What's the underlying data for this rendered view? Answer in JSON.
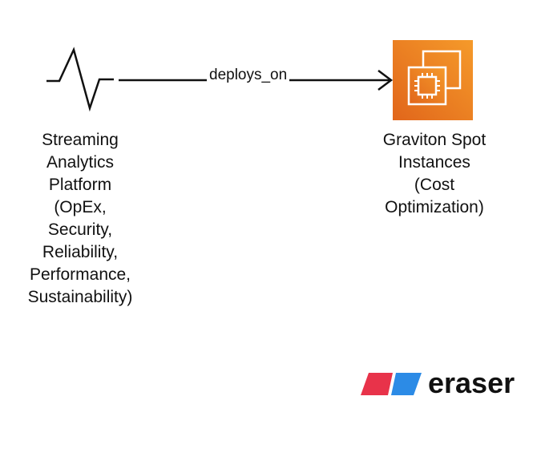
{
  "nodes": {
    "source": {
      "label": "Streaming\nAnalytics\nPlatform\n(OpEx,\nSecurity,\nReliability,\nPerformance,\nSustainability)",
      "icon": "waveform-icon"
    },
    "target": {
      "label": "Graviton Spot\nInstances\n(Cost\nOptimization)",
      "icon": "aws-ec2-instances-icon"
    }
  },
  "edges": [
    {
      "from": "source",
      "to": "target",
      "label": "deploys_on"
    }
  ],
  "brand": {
    "name": "eraser",
    "colors": {
      "red": "#e8334a",
      "blue": "#2c8be6"
    }
  },
  "colors": {
    "ec2_gradient_start": "#e1661b",
    "ec2_gradient_end": "#f59a2a",
    "line": "#111111"
  }
}
